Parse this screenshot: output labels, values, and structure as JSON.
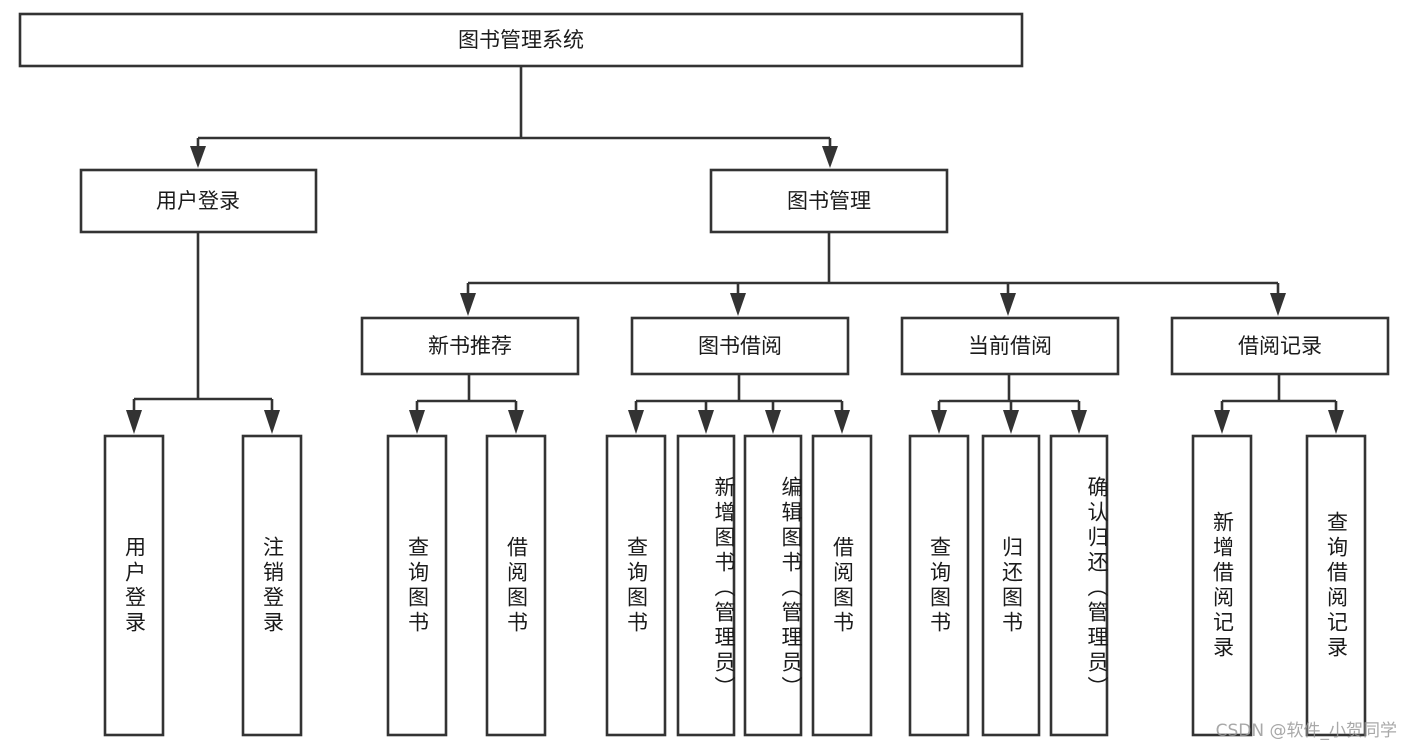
{
  "diagram": {
    "type": "tree-hierarchy",
    "title": "图书管理系统",
    "colors": {
      "box_stroke": "#333333",
      "box_fill": "#ffffff",
      "text": "#1b1b1b",
      "connector": "#333333",
      "watermark": "#9a9a9a",
      "background": "#ffffff"
    },
    "levels": {
      "root": {
        "label": "图书管理系统"
      },
      "level2": [
        {
          "label": "用户登录"
        },
        {
          "label": "图书管理"
        }
      ],
      "level3": [
        {
          "label": "新书推荐"
        },
        {
          "label": "图书借阅"
        },
        {
          "label": "当前借阅"
        },
        {
          "label": "借阅记录"
        }
      ],
      "leaves_user_login": [
        {
          "label": "用户登录"
        },
        {
          "label": "注销登录"
        }
      ],
      "leaves_new_book": [
        {
          "label": "查询图书"
        },
        {
          "label": "借阅图书"
        }
      ],
      "leaves_borrow": [
        {
          "label": "查询图书"
        },
        {
          "label": "新增图书（管理员）"
        },
        {
          "label": "编辑图书（管理员）"
        },
        {
          "label": "借阅图书"
        }
      ],
      "leaves_current": [
        {
          "label": "查询图书"
        },
        {
          "label": "归还图书"
        },
        {
          "label": "确认归还（管理员）"
        }
      ],
      "leaves_records": [
        {
          "label": "新增借阅记录"
        },
        {
          "label": "查询借阅记录"
        }
      ]
    },
    "watermark": "CSDN @软件_小贺同学"
  }
}
